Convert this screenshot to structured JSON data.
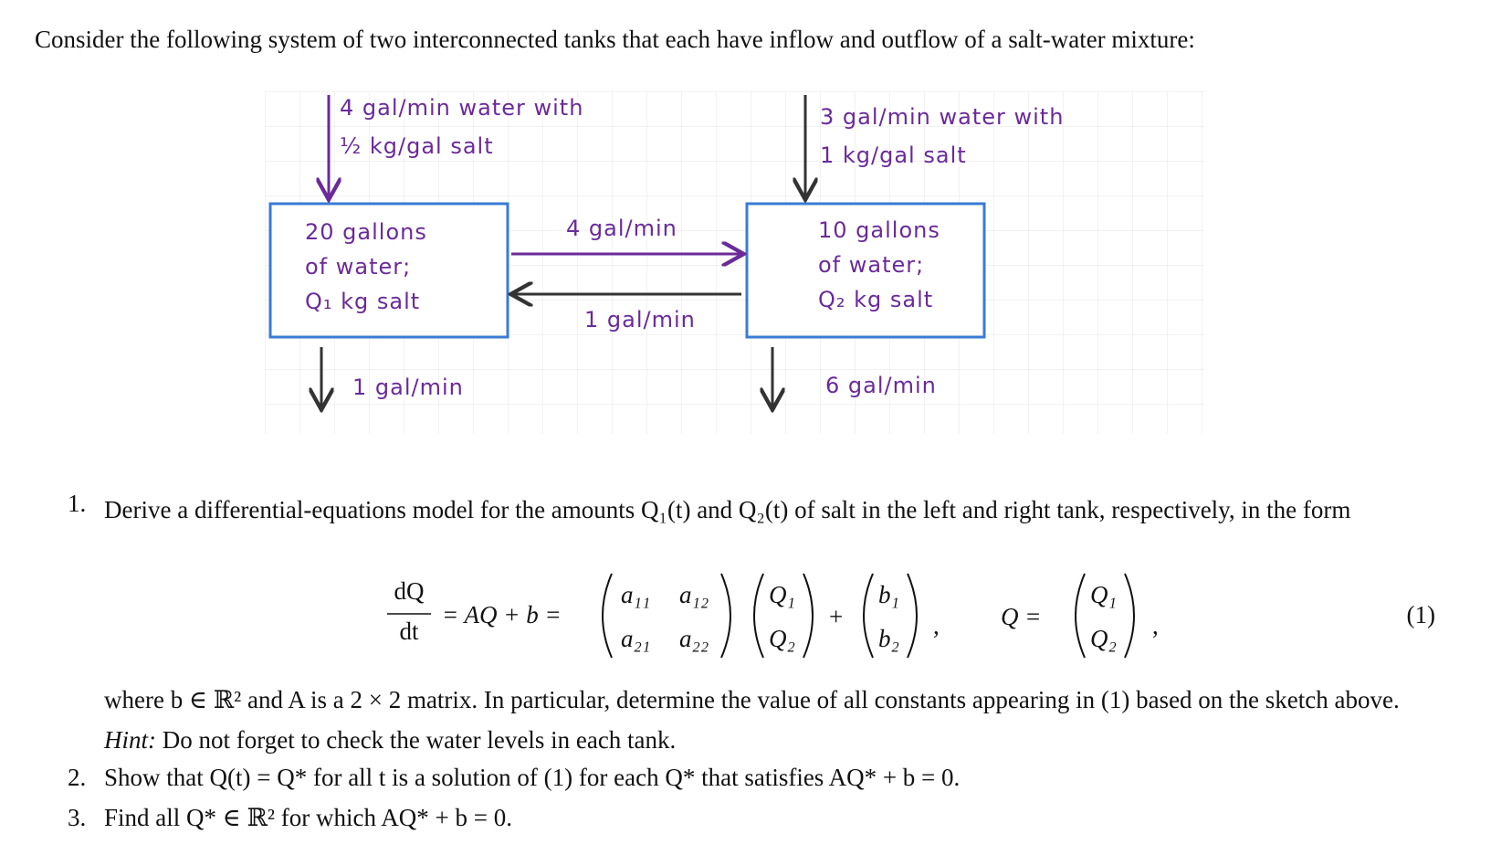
{
  "intro": "Consider the following system of two interconnected tanks that each have inflow and outflow of a salt-water mixture:",
  "sketch": {
    "left_inflow_line1": "4 gal/min water with",
    "left_inflow_line2": "½ kg/gal salt",
    "right_inflow_line1": "3 gal/min water with",
    "right_inflow_line2": "1 kg/gal salt",
    "left_tank_line1": "20 gallons",
    "left_tank_line2": "of water;",
    "left_tank_line3": "Q₁ kg salt",
    "right_tank_line1": "10 gallons",
    "right_tank_line2": "of water;",
    "right_tank_line3": "Q₂ kg salt",
    "flow_left_to_right": "4 gal/min",
    "flow_right_to_left": "1 gal/min",
    "left_outflow": "1 gal/min",
    "right_outflow": "6 gal/min",
    "colors": {
      "handwriting": "#6b2a9a",
      "tank_border": "#3a7bd5",
      "grid": "#e4e4e4"
    }
  },
  "questions": {
    "q1_number": "1.",
    "q1_text": "Derive a differential-equations model for the amounts Q₁(t) and Q₂(t) of salt in the left and right tank, respectively, in the form",
    "equation_number": "(1)",
    "where_text": "where b ∈ ℝ² and A is a 2 × 2 matrix. In particular, determine the value of all constants appearing in (1) based on the sketch above.",
    "hint_label": "Hint:",
    "hint_text": "Do not forget to check the water levels in each tank.",
    "q2_number": "2.",
    "q2_text": "Show that Q(t) = Q* for all t is a solution of (1) for each Q* that satisfies AQ* + b = 0.",
    "q3_number": "3.",
    "q3_text": "Find all Q* ∈ ℝ² for which AQ* + b = 0."
  },
  "equation": {
    "lhs_num": "dQ",
    "lhs_den": "dt",
    "rhs_text": "= AQ + b =",
    "a11": "a₁₁",
    "a12": "a₁₂",
    "a21": "a₂₁",
    "a22": "a₂₂",
    "Q1": "Q₁",
    "Q2": "Q₂",
    "b1": "b₁",
    "b2": "b₂",
    "plus": "+",
    "Q_def": "Q ="
  }
}
